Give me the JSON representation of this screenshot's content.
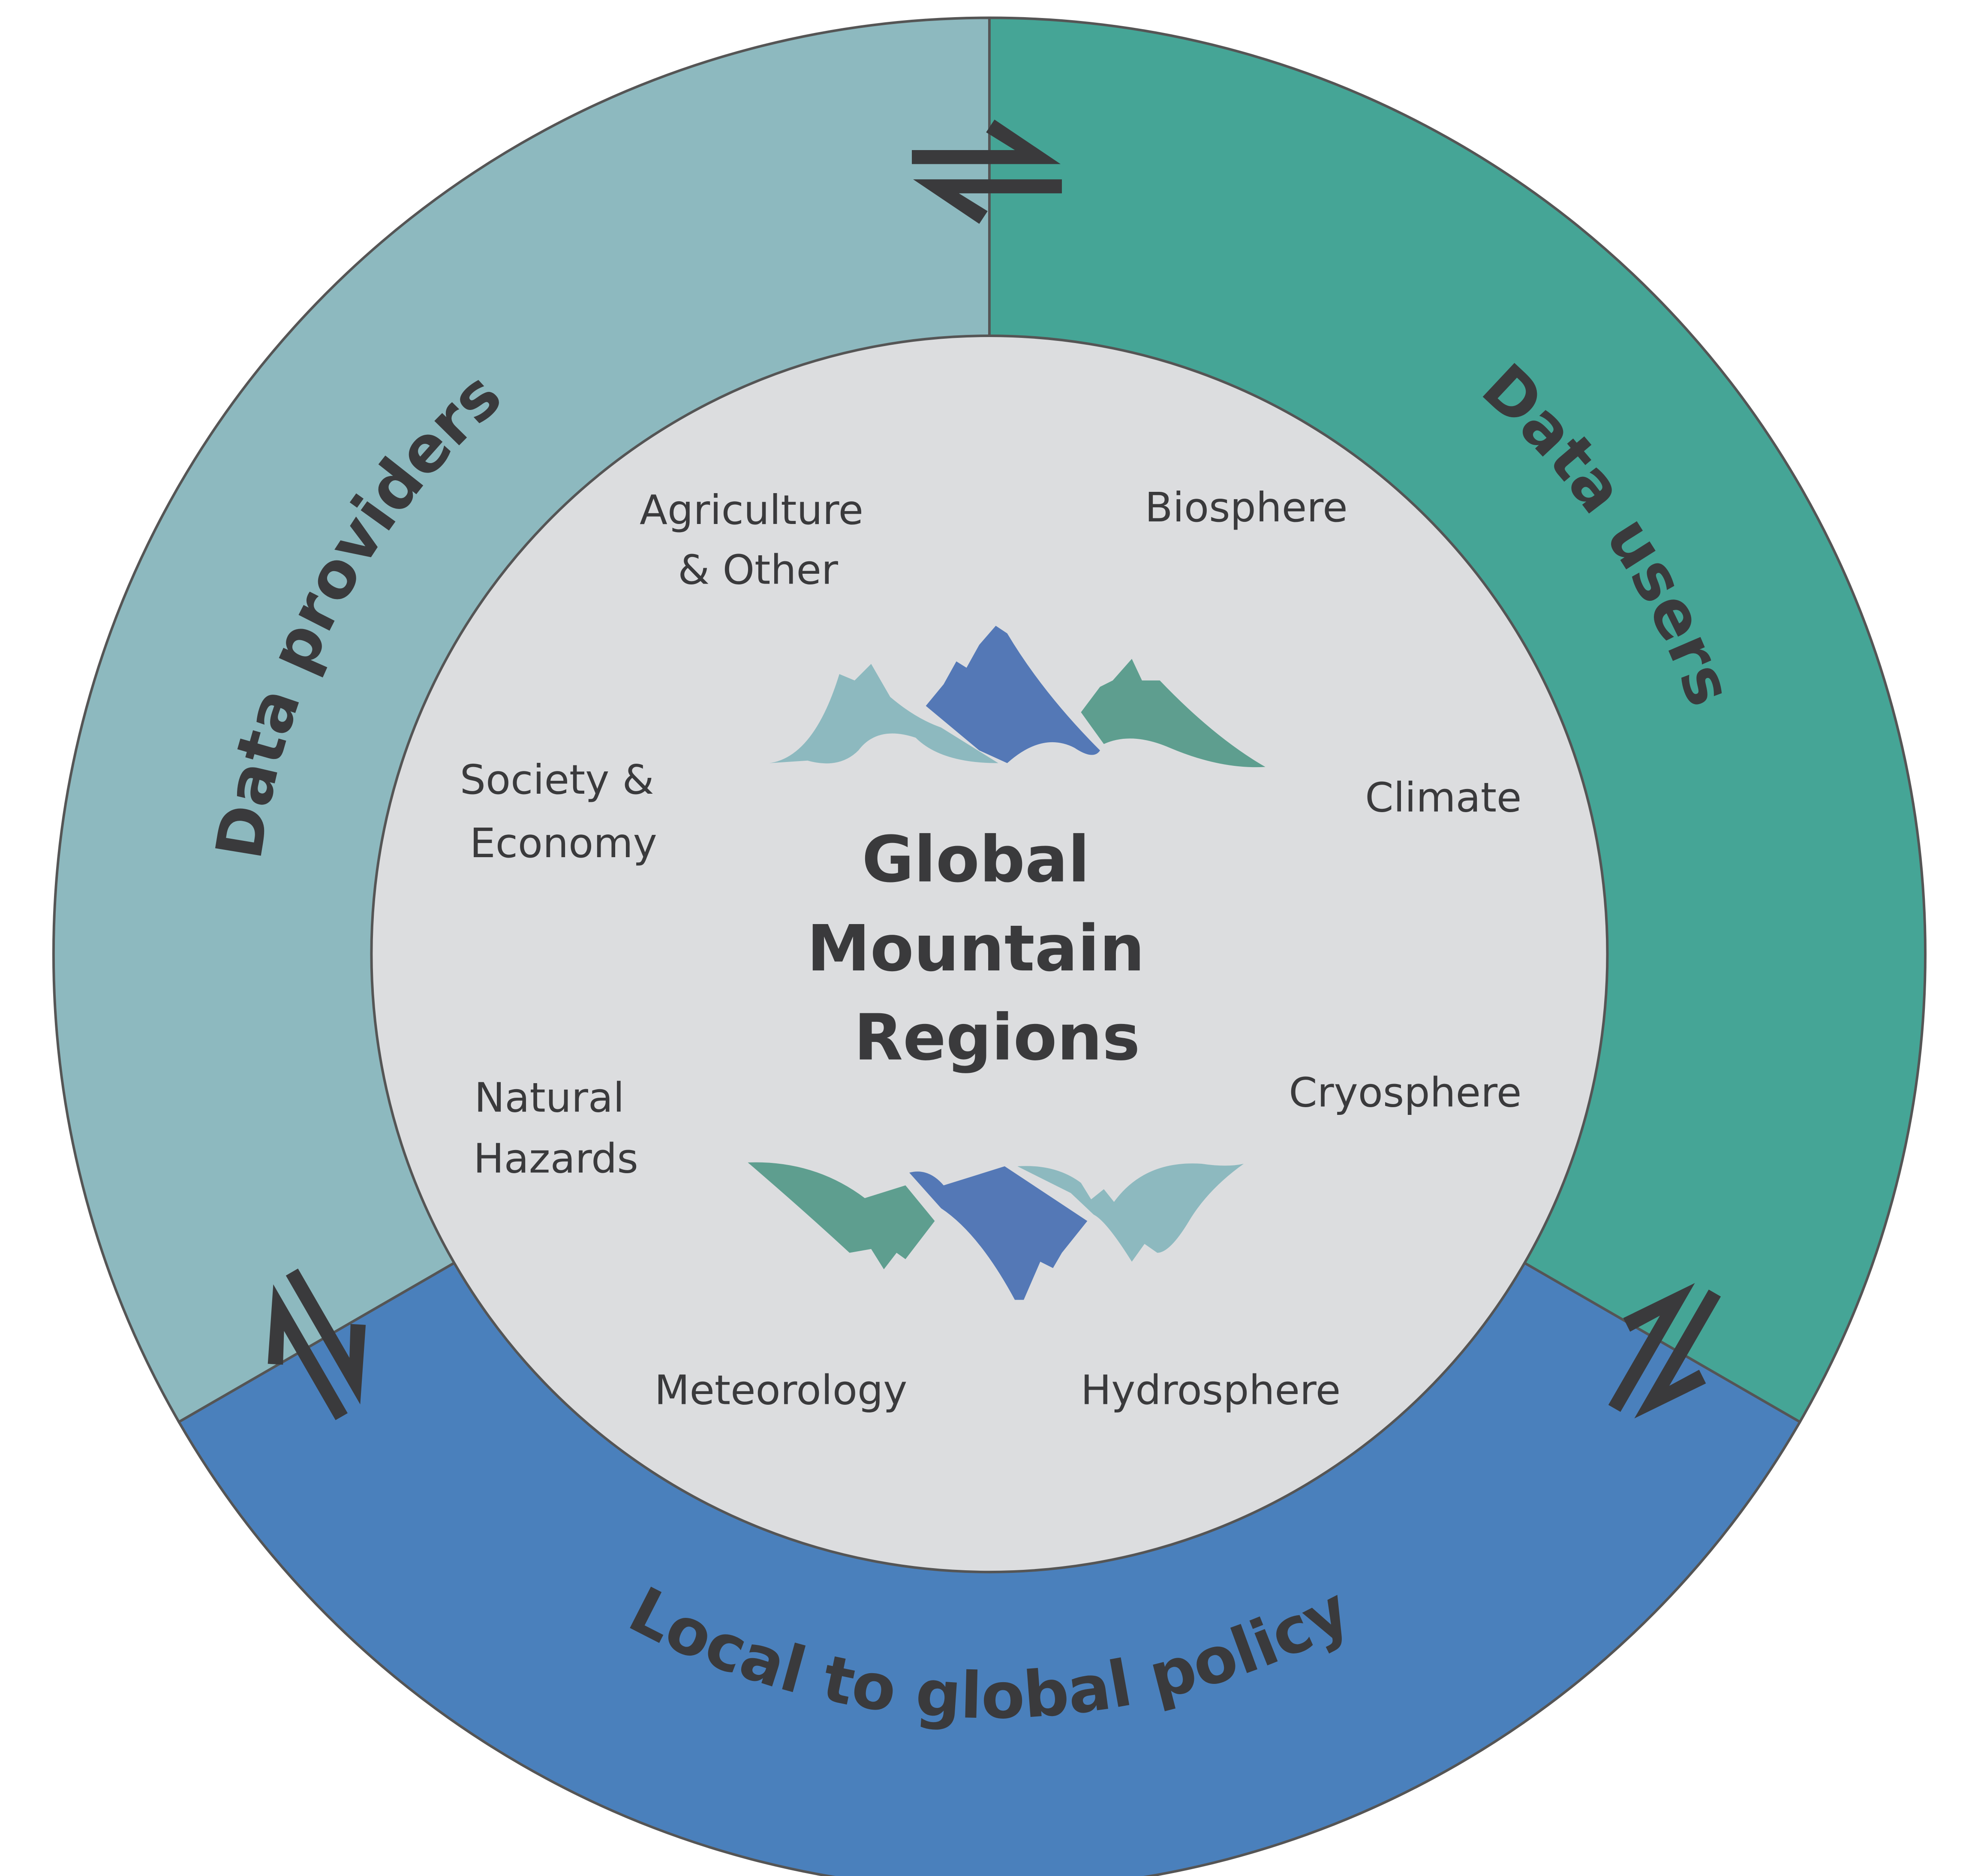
{
  "ring": {
    "providers": "Data providers",
    "users": "Data users",
    "policy": "Local to global policy"
  },
  "center": {
    "title_lines": [
      "Global",
      "Mountain",
      "Regions"
    ]
  },
  "topics": {
    "agriculture": [
      "Agriculture",
      "& Other"
    ],
    "biosphere": "Biosphere",
    "society": [
      "Society &",
      "Economy"
    ],
    "climate": "Climate",
    "hazards": [
      "Natural",
      "Hazards"
    ],
    "cryosphere": "Cryosphere",
    "meteorology": "Meteorology",
    "hydrosphere": "Hydrosphere"
  },
  "icons": [
    "exchange-arrows-icon",
    "mountain-icon"
  ],
  "colors": {
    "providers": "#8db9bf",
    "users": "#45a596",
    "policy": "#4a80bc",
    "inner": "#dcdddf",
    "text": "#3a3a3c",
    "mountain_light": "#8db9bf",
    "mountain_blue": "#5478b6",
    "mountain_teal": "#5e9e8f"
  }
}
